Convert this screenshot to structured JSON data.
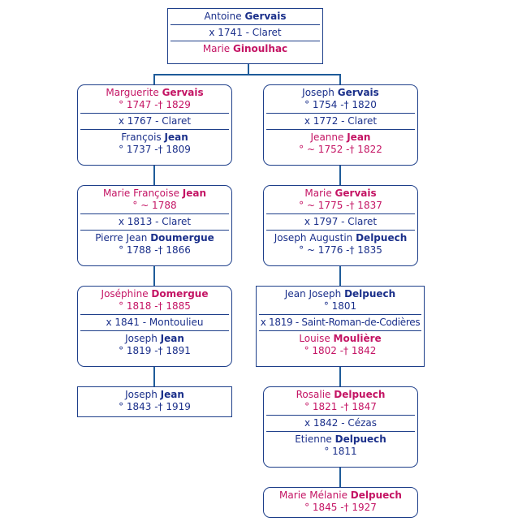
{
  "root": {
    "father_given": "Antoine",
    "father_surname": "Gervais",
    "marriage": "x 1741 - Claret",
    "mother_given": "Marie",
    "mother_surname": "Ginoulhac"
  },
  "left": [
    {
      "p1_given": "Marguerite",
      "p1_surname": "Gervais",
      "p1_dates": "° 1747 -† 1829",
      "marriage": "x 1767 - Claret",
      "p2_given": "François",
      "p2_surname": "Jean",
      "p2_dates": "° 1737 -† 1809"
    },
    {
      "p1_given": "Marie Françoise",
      "p1_surname": "Jean",
      "p1_dates": "° ~ 1788",
      "marriage": "x 1813 - Claret",
      "p2_given": "Pierre Jean",
      "p2_surname": "Doumergue",
      "p2_dates": "° 1788 -† 1866"
    },
    {
      "p1_given": "Joséphine",
      "p1_surname": "Domergue",
      "p1_dates": "° 1818 -† 1885",
      "marriage": "x 1841 - Montoulieu",
      "p2_given": "Joseph",
      "p2_surname": "Jean",
      "p2_dates": "° 1819 -† 1891"
    },
    {
      "p1_given": "Joseph",
      "p1_surname": "Jean",
      "p1_dates": "° 1843 -† 1919"
    }
  ],
  "right": [
    {
      "p1_given": "Joseph",
      "p1_surname": "Gervais",
      "p1_dates": "° 1754 -† 1820",
      "marriage": "x 1772 - Claret",
      "p2_given": "Jeanne",
      "p2_surname": "Jean",
      "p2_dates": "° ~ 1752 -† 1822"
    },
    {
      "p1_given": "Marie",
      "p1_surname": "Gervais",
      "p1_dates": "° ~ 1775 -† 1837",
      "marriage": "x 1797 - Claret",
      "p2_given": "Joseph Augustin",
      "p2_surname": "Delpuech",
      "p2_dates": "° ~ 1776 -† 1835"
    },
    {
      "p1_given": "Jean Joseph",
      "p1_surname": "Delpuech",
      "p1_dates": "° 1801",
      "marriage": "x 1819 - Saint-Roman-de-Codières",
      "p2_given": "Louise",
      "p2_surname": "Moulière",
      "p2_dates": "° 1802 -† 1842"
    },
    {
      "p1_given": "Rosalie",
      "p1_surname": "Delpuech",
      "p1_dates": "° 1821 -† 1847",
      "marriage": "x 1842 - Cézas",
      "p2_given": "Etienne",
      "p2_surname": "Delpuech",
      "p2_dates": "° 1811"
    },
    {
      "p1_given": "Marie Mélanie",
      "p1_surname": "Delpuech",
      "p1_dates": "° 1845 -† 1927"
    }
  ]
}
